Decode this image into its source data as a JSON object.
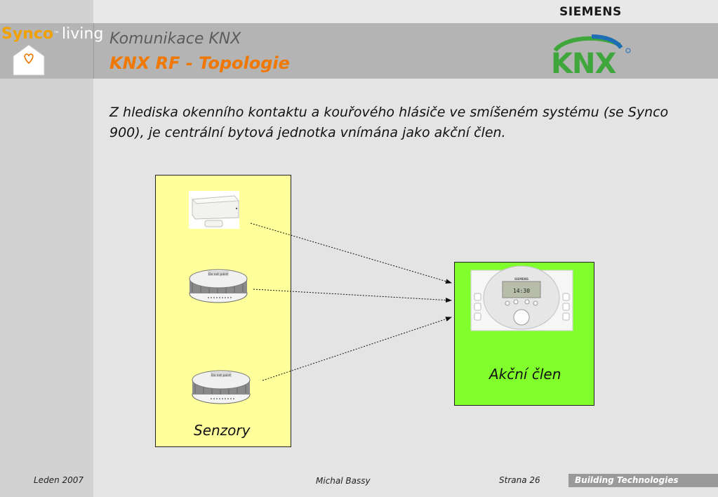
{
  "header": {
    "brand": "SIEMENS",
    "synco_logo": "Synco",
    "synco_living": "living",
    "title": "Komunikace KNX",
    "subtitle": "KNX RF - Topologie",
    "knx_logo": "KNX"
  },
  "body": {
    "text": "Z hlediska okenního kontaktu a kouřového hlásiče ve smíšeném systému (se Synco 900), je centrální bytová jednotka vnímána jako akční člen."
  },
  "diagram": {
    "sensors_label": "Senzory",
    "actuator_label": "Akční člen",
    "smoke_detector_label": "Do not paint",
    "display_time": "14:30",
    "brand_on_device": "SIEMENS"
  },
  "footer": {
    "date": "Leden 2007",
    "author": "Michal Bassy",
    "page": "Strana 26",
    "division": "Building Technologies"
  },
  "colors": {
    "accent_orange": "#f07800",
    "sensor_box": "#ffff9c",
    "actuator_box": "#80ff2c",
    "knx_green": "#3ea63a",
    "knx_blue": "#1e6eb4"
  }
}
